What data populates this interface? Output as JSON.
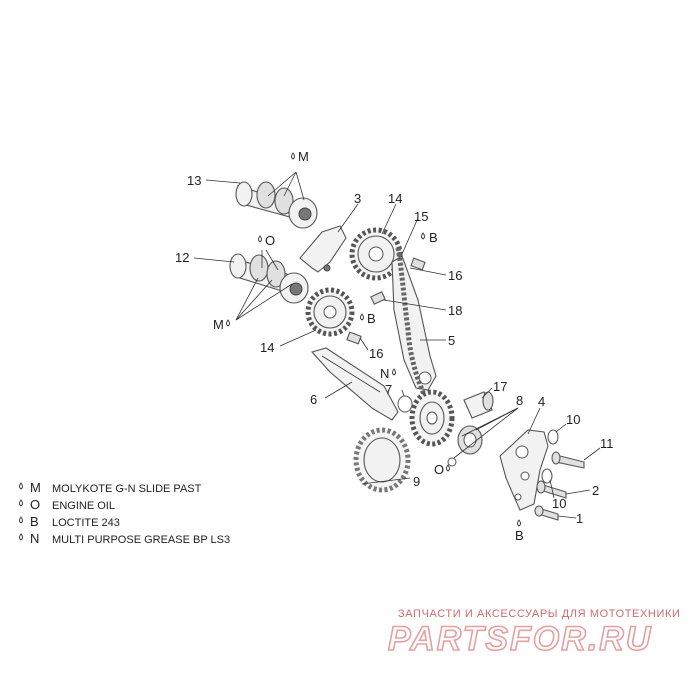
{
  "callouts": {
    "c1": "1",
    "c2": "2",
    "c3": "3",
    "c4": "4",
    "c5": "5",
    "c6": "6",
    "c7": "7",
    "c8": "8",
    "c9": "9",
    "c10a": "10",
    "c10b": "10",
    "c11": "11",
    "c12": "12",
    "c13": "13",
    "c14a": "14",
    "c14b": "14",
    "c15": "15",
    "c16a": "16",
    "c16b": "16",
    "c17": "17",
    "c18": "18"
  },
  "markers": {
    "m_top": "M",
    "m_left": "M",
    "o_cam": "O",
    "b_top": "B",
    "b_mid": "B",
    "n_mid": "N",
    "o_pin": "O",
    "b_bottom": "B"
  },
  "legend": [
    {
      "code": "M",
      "text": "MOLYKOTE G-N SLIDE PAST"
    },
    {
      "code": "O",
      "text": "ENGINE OIL"
    },
    {
      "code": "B",
      "text": "LOCTITE 243"
    },
    {
      "code": "N",
      "text": "MULTI PURPOSE GREASE BP LS3"
    }
  ],
  "watermark": {
    "tagline": "ЗАПЧАСТИ И АКСЕССУАРЫ ДЛЯ МОТОТЕХНИКИ",
    "brand": "PARTSFOR.RU"
  },
  "icons": {
    "drop": "oil-drop-icon"
  }
}
